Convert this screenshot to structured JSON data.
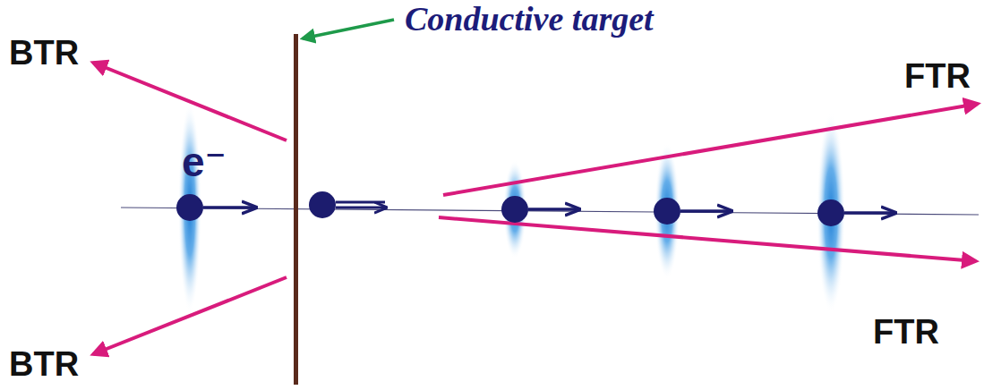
{
  "diagram": {
    "labels": [
      "Conductive target",
      "BTR",
      "e⁻",
      "BTR",
      "FTR",
      "FTR"
    ]
  }
}
